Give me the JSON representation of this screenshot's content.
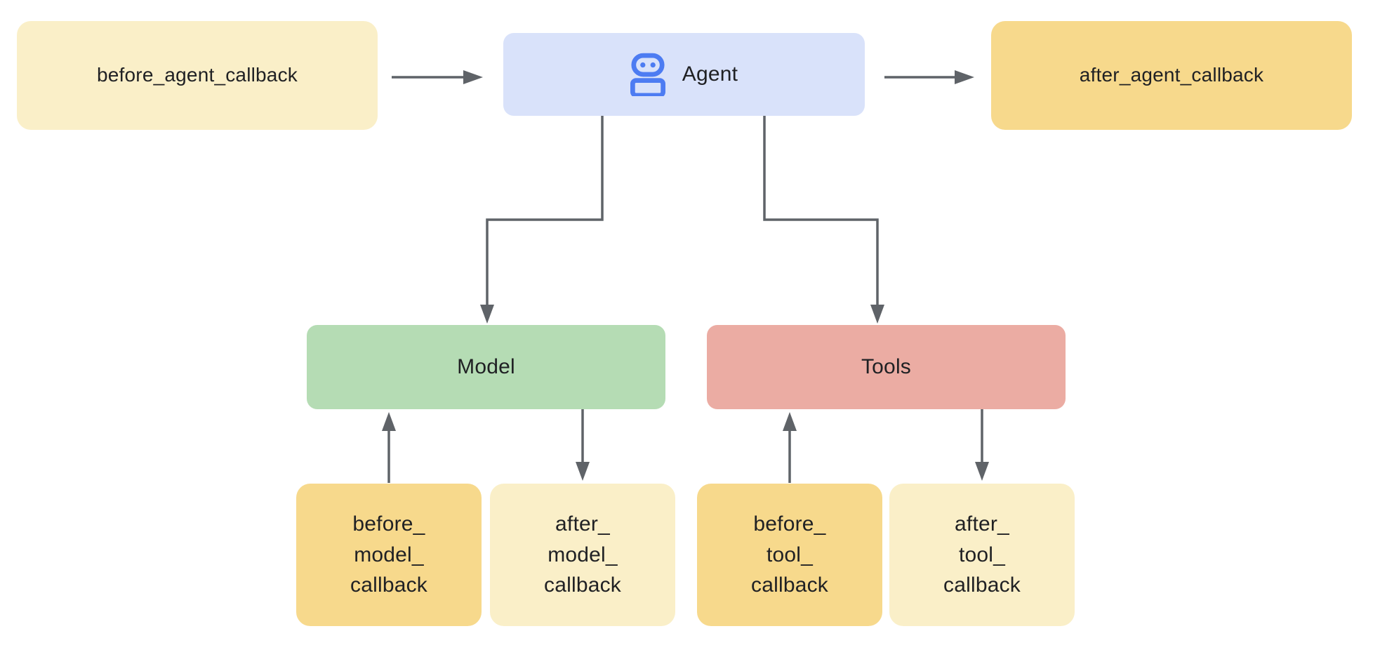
{
  "diagram": {
    "nodes": {
      "before_agent": {
        "label": "before_agent_callback",
        "fill": "#FAEFC8"
      },
      "agent": {
        "label": "Agent",
        "fill": "#D9E2FA",
        "icon": "robot-icon",
        "icon_color": "#4D7CF2"
      },
      "after_agent": {
        "label": "after_agent_callback",
        "fill": "#F7D98C"
      },
      "model": {
        "label": "Model",
        "fill": "#B5DCB4"
      },
      "tools": {
        "label": "Tools",
        "fill": "#EBACA3"
      },
      "before_model": {
        "label": "before_\nmodel_\ncallback",
        "fill": "#F7D98C"
      },
      "after_model": {
        "label": "after_\nmodel_\ncallback",
        "fill": "#FAEFC8"
      },
      "before_tool": {
        "label": "before_\ntool_\ncallback",
        "fill": "#F7D98C"
      },
      "after_tool": {
        "label": "after_\ntool_\ncallback",
        "fill": "#FAEFC8"
      }
    },
    "edges": [
      {
        "from": "before_agent_callback",
        "to": "Agent",
        "style": "straight-arrow"
      },
      {
        "from": "Agent",
        "to": "after_agent_callback",
        "style": "straight-arrow"
      },
      {
        "from": "Agent",
        "to": "Model",
        "style": "elbow-arrow"
      },
      {
        "from": "Agent",
        "to": "Tools",
        "style": "elbow-arrow"
      },
      {
        "from": "before_model_callback",
        "to": "Model",
        "style": "straight-arrow"
      },
      {
        "from": "Model",
        "to": "after_model_callback",
        "style": "straight-arrow"
      },
      {
        "from": "before_tool_callback",
        "to": "Tools",
        "style": "straight-arrow"
      },
      {
        "from": "Tools",
        "to": "after_tool_callback",
        "style": "straight-arrow"
      }
    ],
    "colors": {
      "connector": "#5F6368",
      "text": "#202124",
      "background": "#FFFFFF"
    }
  }
}
